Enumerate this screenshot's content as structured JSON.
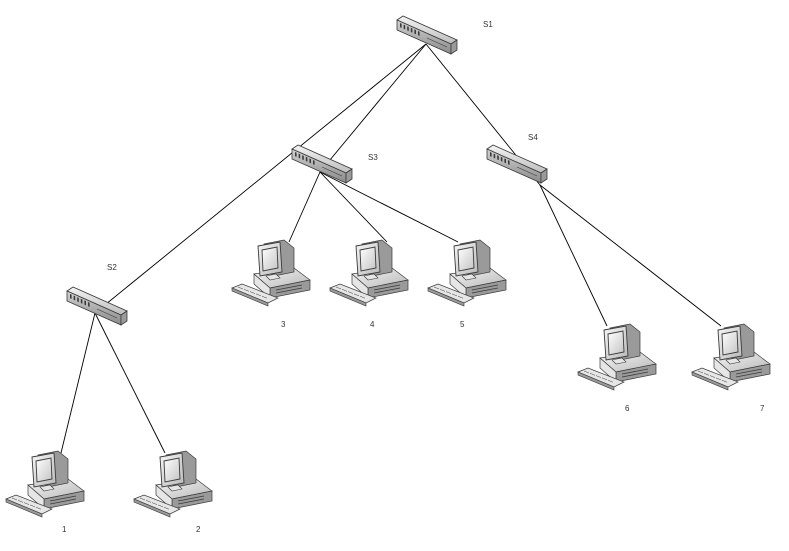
{
  "switches": [
    {
      "id": "s1",
      "label": "S1"
    },
    {
      "id": "s2",
      "label": "S2"
    },
    {
      "id": "s3",
      "label": "S3"
    },
    {
      "id": "s4",
      "label": "S4"
    }
  ],
  "computers": [
    {
      "id": "pc1",
      "label": "1"
    },
    {
      "id": "pc2",
      "label": "2"
    },
    {
      "id": "pc3",
      "label": "3"
    },
    {
      "id": "pc4",
      "label": "4"
    },
    {
      "id": "pc5",
      "label": "5"
    },
    {
      "id": "pc6",
      "label": "6"
    },
    {
      "id": "pc7",
      "label": "7"
    }
  ],
  "links": [
    {
      "from": "s1",
      "to": "s2"
    },
    {
      "from": "s1",
      "to": "s3"
    },
    {
      "from": "s1",
      "to": "s4"
    },
    {
      "from": "s2",
      "to": "pc1"
    },
    {
      "from": "s2",
      "to": "pc2"
    },
    {
      "from": "s3",
      "to": "pc3"
    },
    {
      "from": "s3",
      "to": "pc4"
    },
    {
      "from": "s3",
      "to": "pc5"
    },
    {
      "from": "s4",
      "to": "pc6"
    },
    {
      "from": "s4",
      "to": "pc7"
    }
  ],
  "colors": {
    "line": "#000000",
    "device_dark": "#3a3a3a",
    "device_mid": "#9a9a9a",
    "device_light": "#e6e6e6",
    "screen": "#dcdcdc"
  }
}
